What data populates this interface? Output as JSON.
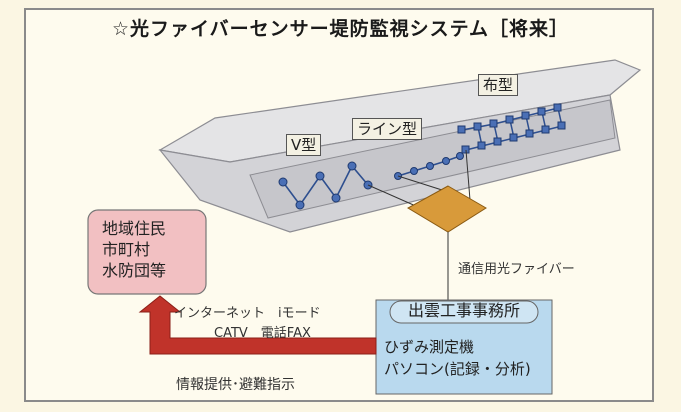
{
  "title": "☆光ファイバーセンサー堤防監視システム［将来］",
  "sensor_types": {
    "v_type": "V型",
    "line_type": "ライン型",
    "cloth_type": "布型"
  },
  "fiber_label": "通信用光ファイバー",
  "office": {
    "title": "出雲工事事務所",
    "line1": "ひずみ測定機",
    "line2": "パソコン(記録・分析)"
  },
  "recipients": {
    "line1": "地域住民",
    "line2": "市町村",
    "line3": "水防団等"
  },
  "channels": {
    "line1": "インターネット　iモード",
    "line2": "CATV　電話FAX"
  },
  "arrow_label": "情報提供･避難指示",
  "colors": {
    "levee_top": "#e4e4e6",
    "levee_side": "#c9c9cd",
    "fiber_node": "#4a6fb5",
    "junction": "#d89a3a",
    "arrow": "#c0332a",
    "office_bg": "#b9d9ee",
    "resident_bg": "#f2c0c2"
  }
}
